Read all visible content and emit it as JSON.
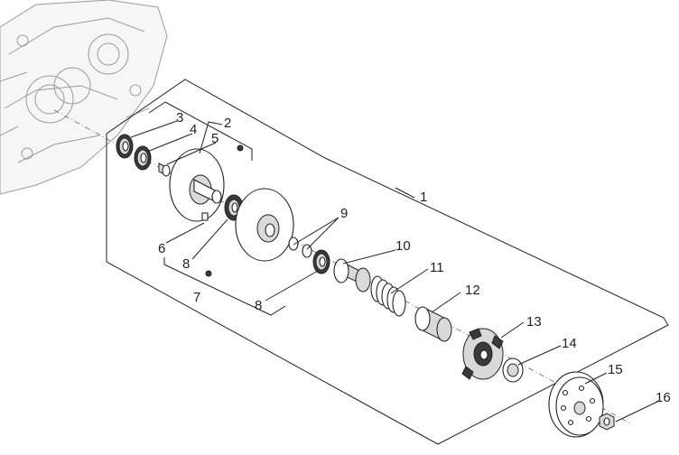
{
  "callouts": [
    {
      "id": "c1",
      "text": "1"
    },
    {
      "id": "c2",
      "text": "2"
    },
    {
      "id": "c3",
      "text": "3"
    },
    {
      "id": "c4",
      "text": "4"
    },
    {
      "id": "c5",
      "text": "5"
    },
    {
      "id": "c6",
      "text": "6"
    },
    {
      "id": "c7",
      "text": "7"
    },
    {
      "id": "c8a",
      "text": "8"
    },
    {
      "id": "c8b",
      "text": "8"
    },
    {
      "id": "c9",
      "text": "9"
    },
    {
      "id": "c10",
      "text": "10"
    },
    {
      "id": "c11",
      "text": "11"
    },
    {
      "id": "c12",
      "text": "12"
    },
    {
      "id": "c13",
      "text": "13"
    },
    {
      "id": "c14",
      "text": "14"
    },
    {
      "id": "c15",
      "text": "15"
    },
    {
      "id": "c16",
      "text": "16"
    }
  ]
}
